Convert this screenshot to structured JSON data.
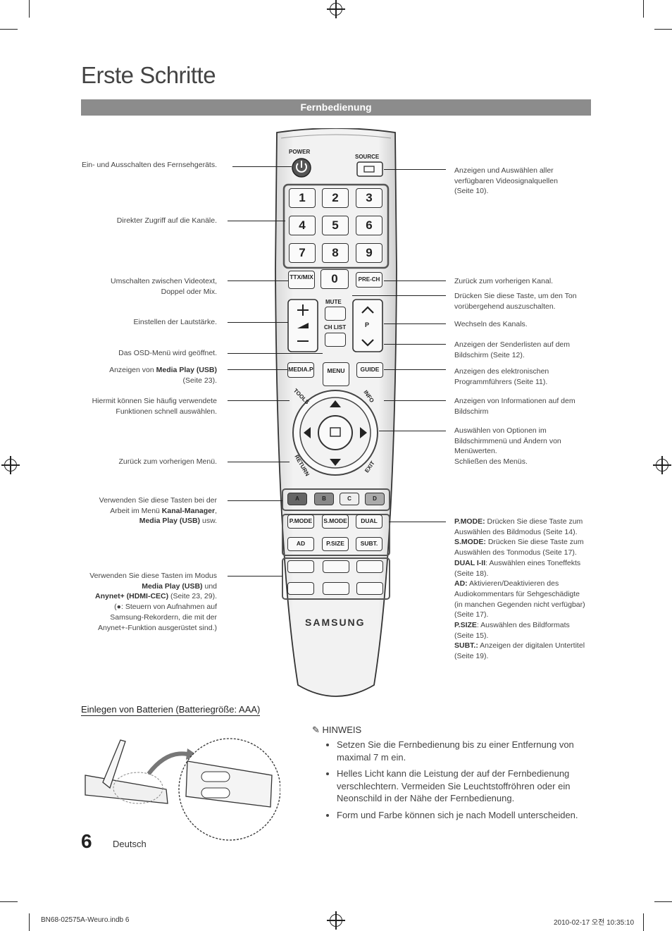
{
  "page": {
    "title": "Erste Schritte",
    "section": "Fernbedienung",
    "page_number": "6",
    "language": "Deutsch",
    "footer_left": "BN68-02575A-Weuro.indb   6",
    "footer_right": "2010-02-17   오전 10:35:10"
  },
  "remote": {
    "power": "POWER",
    "source": "SOURCE",
    "digits": [
      "1",
      "2",
      "3",
      "4",
      "5",
      "6",
      "7",
      "8",
      "9"
    ],
    "zero": "0",
    "ttx": "TTX/MIX",
    "prech": "PRE-CH",
    "mute": "MUTE",
    "chlist": "CH LIST",
    "p": "P",
    "mediap": "MEDIA.P",
    "menu": "MENU",
    "guide": "GUIDE",
    "tools": "TOOLS",
    "info": "INFO",
    "return": "RETURN",
    "exit": "EXIT",
    "color_keys": [
      "A",
      "B",
      "C",
      "D"
    ],
    "row1": [
      "P.MODE",
      "S.MODE",
      "DUAL"
    ],
    "row2": [
      "AD",
      "P.SIZE",
      "SUBT."
    ],
    "brand": "SAMSUNG"
  },
  "labels_left": {
    "power": "Ein- und Ausschalten des Fernsehgeräts.",
    "digits": "Direkter Zugriff auf die Kanäle.",
    "ttx": [
      "Umschalten zwischen Videotext,",
      "Doppel oder Mix."
    ],
    "volume": "Einstellen der Lautstärke.",
    "menu": "Das OSD-Menü wird geöffnet.",
    "mediap": {
      "pre": "Anzeigen von ",
      "bold": "Media Play (USB)",
      "post": "(Seite 23)."
    },
    "tools": [
      "Hiermit können Sie häufig verwendete",
      "Funktionen schnell auswählen."
    ],
    "return": "Zurück zum vorherigen Menü.",
    "colors": {
      "l1": "Verwenden Sie diese Tasten bei der",
      "l2pre": "Arbeit im Menü ",
      "l2bold": "Kanal-Manager",
      "l2post": ",",
      "l3bold": "Media Play (USB)",
      "l3post": " usw."
    },
    "media": {
      "l1": "Verwenden Sie diese Tasten im Modus",
      "l2bold": "Media Play (USB)",
      "l2post": " und",
      "l3bold": "Anynet+ (HDMI-CEC)",
      "l3post": " (Seite 23, 29).",
      "l4": "(●: Steuern von Aufnahmen auf",
      "l5": "Samsung-Rekordern, die mit der",
      "l6": "Anynet+-Funktion ausgerüstet sind.)"
    }
  },
  "labels_right": {
    "source": [
      "Anzeigen und Auswählen aller",
      "verfügbaren Videosignalquellen",
      "(Seite 10)."
    ],
    "prech": "Zurück zum vorherigen Kanal.",
    "mute": [
      "Drücken Sie diese Taste, um den Ton",
      "vorübergehend auszuschalten."
    ],
    "channel": "Wechseln des Kanals.",
    "chlist": [
      "Anzeigen der Senderlisten auf dem",
      "Bildschirm (Seite 12)."
    ],
    "guide": [
      "Anzeigen des elektronischen",
      "Programmführers (Seite 11)."
    ],
    "info": [
      "Anzeigen von Informationen auf dem",
      "Bildschirm"
    ],
    "enter": [
      "Auswählen von Optionen im",
      "Bildschirmmenü und Ändern von",
      "Menüwerten."
    ],
    "exit": "Schließen des Menüs.",
    "modes": [
      {
        "bold": "P.MODE:",
        "text": " Drücken Sie diese Taste zum"
      },
      {
        "bold": "",
        "text": "Auswählen des Bildmodus (Seite 14)."
      },
      {
        "bold": "S.MODE:",
        "text": " Drücken Sie diese Taste zum"
      },
      {
        "bold": "",
        "text": "Auswählen des Tonmodus (Seite 17)."
      },
      {
        "bold": "DUAL I-II",
        "text": ": Auswählen eines Toneffekts"
      },
      {
        "bold": "",
        "text": "(Seite 18)."
      },
      {
        "bold": "AD:",
        "text": " Aktivieren/Deaktivieren des"
      },
      {
        "bold": "",
        "text": "Audiokommentars für Sehgeschädigte"
      },
      {
        "bold": "",
        "text": "(in manchen Gegenden nicht verfügbar)"
      },
      {
        "bold": "",
        "text": "(Seite 17)."
      },
      {
        "bold": "P.SIZE",
        "text": ": Auswählen des Bildformats"
      },
      {
        "bold": "",
        "text": "(Seite 15)."
      },
      {
        "bold": "SUBT.:",
        "text": " Anzeigen der digitalen Untertitel"
      },
      {
        "bold": "",
        "text": "(Seite 19)."
      }
    ]
  },
  "battery": {
    "heading": "Einlegen von Batterien (Batteriegröße: AAA)"
  },
  "notes": {
    "heading": "HINWEIS",
    "items": [
      "Setzen Sie die Fernbedienung bis zu einer Entfernung von maximal 7 m ein.",
      "Helles Licht kann die Leistung der auf der Fernbedienung verschlechtern. Vermeiden Sie Leuchtstoffröhren oder ein Neonschild in der Nähe der Fernbedienung.",
      "Form und Farbe können sich je nach Modell unterscheiden."
    ]
  }
}
